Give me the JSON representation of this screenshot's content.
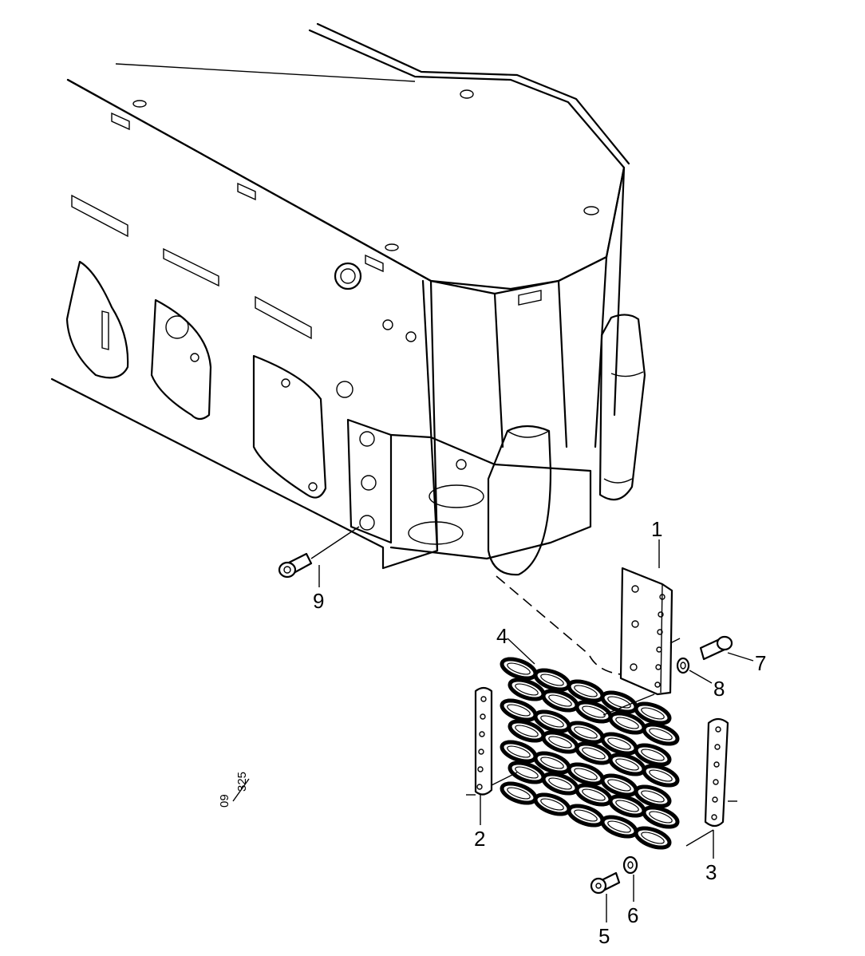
{
  "diagram": {
    "callouts": [
      {
        "id": "1",
        "label": "1"
      },
      {
        "id": "2",
        "label": "2"
      },
      {
        "id": "3",
        "label": "3"
      },
      {
        "id": "4",
        "label": "4"
      },
      {
        "id": "5",
        "label": "5"
      },
      {
        "id": "6",
        "label": "6"
      },
      {
        "id": "7",
        "label": "7"
      },
      {
        "id": "8",
        "label": "8"
      },
      {
        "id": "9",
        "label": "9"
      }
    ],
    "doc_ref": {
      "top": "09",
      "bottom": "325"
    }
  }
}
